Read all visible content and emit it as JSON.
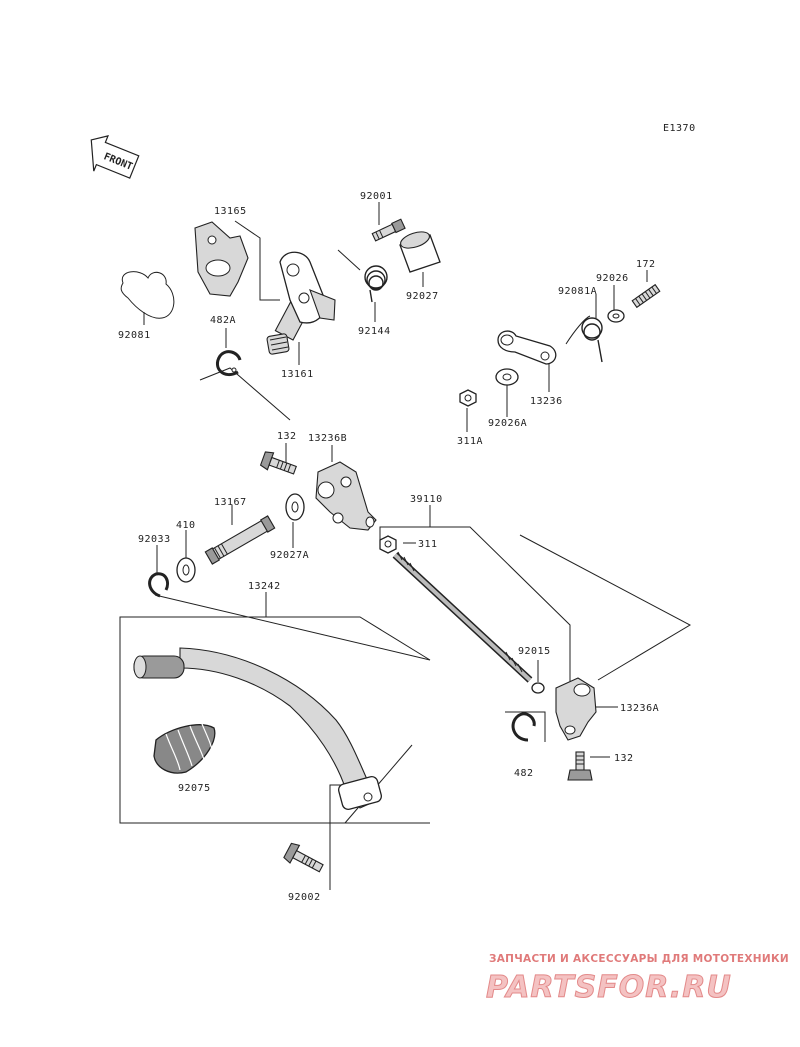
{
  "diagram_code": "E1370",
  "front_label": "FRONT",
  "parts": {
    "p92001": "92001",
    "p13165": "13165",
    "p92081": "92081",
    "p92027": "92027",
    "p92144": "92144",
    "p482A": "482A",
    "p13161": "13161",
    "p172": "172",
    "p92026": "92026",
    "p92081A": "92081A",
    "p13236": "13236",
    "p311A": "311A",
    "p92026A": "92026A",
    "p132_top": "132",
    "p13236B": "13236B",
    "p13167": "13167",
    "p410": "410",
    "p92033": "92033",
    "p92027A": "92027A",
    "p39110": "39110",
    "p311": "311",
    "p13242": "13242",
    "p92015": "92015",
    "p13236A": "13236A",
    "p482": "482",
    "p132_bottom": "132",
    "p92075": "92075",
    "p92002": "92002"
  },
  "watermark": {
    "tagline": "ЗАПЧАСТИ И АКСЕССУАРЫ ДЛЯ МОТОТЕХНИКИ",
    "brand": "PARTSFOR.RU"
  }
}
